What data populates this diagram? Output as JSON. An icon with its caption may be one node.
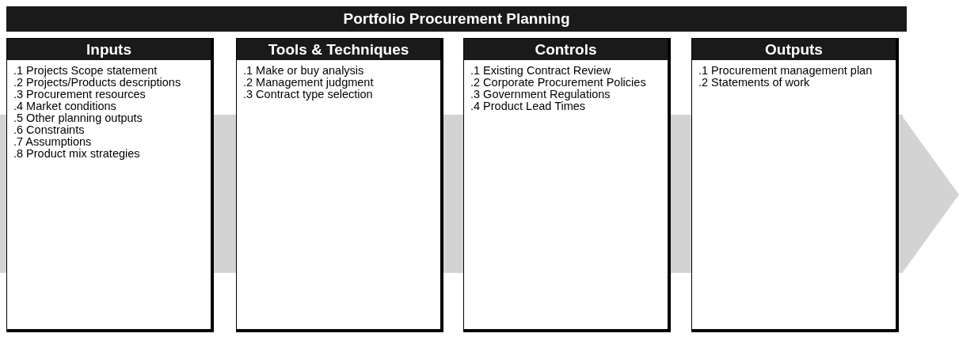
{
  "diagram": {
    "nodes": [
      {
        "text": [
          "Portfolio Procurement Planning"
        ]
      },
      {
        "text": [
          "Inputs",
          ".1 Projects Scope statement",
          ".2 Projects/Products descriptions",
          ".3 Procurement resources",
          ".4 Market conditions",
          ".5 Other planning outputs",
          ".6 Constraints",
          ".7 Assumptions",
          ".8 Product mix strategies"
        ]
      },
      {
        "text": [
          "Tools & Techniques",
          ".1 Make or buy analysis",
          ".2 Management judgment",
          ".3 Contract type selection"
        ]
      },
      {
        "text": [
          "Controls",
          ".1 Existing Contract Review",
          ".2 Corporate Procurement Policies",
          ".3 Government Regulations",
          ".4 Product Lead Times"
        ]
      },
      {
        "text": [
          "Outputs",
          ".1 Procurement management plan",
          ".2 Statements of work"
        ]
      }
    ]
  }
}
